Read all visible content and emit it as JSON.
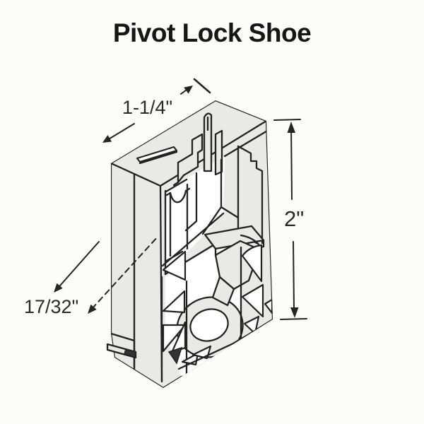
{
  "title": "Pivot Lock Shoe",
  "drawing": {
    "subject": "pivot lock shoe isometric cutaway illustration",
    "dimensions": {
      "width": {
        "label": "1-1/4\"",
        "orientation": "diagonal-upper-left"
      },
      "height": {
        "label": "2\"",
        "orientation": "vertical-right"
      },
      "depth": {
        "label": "17/32\"",
        "orientation": "diagonal-lower-left"
      }
    },
    "colors": {
      "line": "#222222",
      "face": "#e9e9e8",
      "background": "#fcfcfb",
      "text": "#161616"
    }
  }
}
